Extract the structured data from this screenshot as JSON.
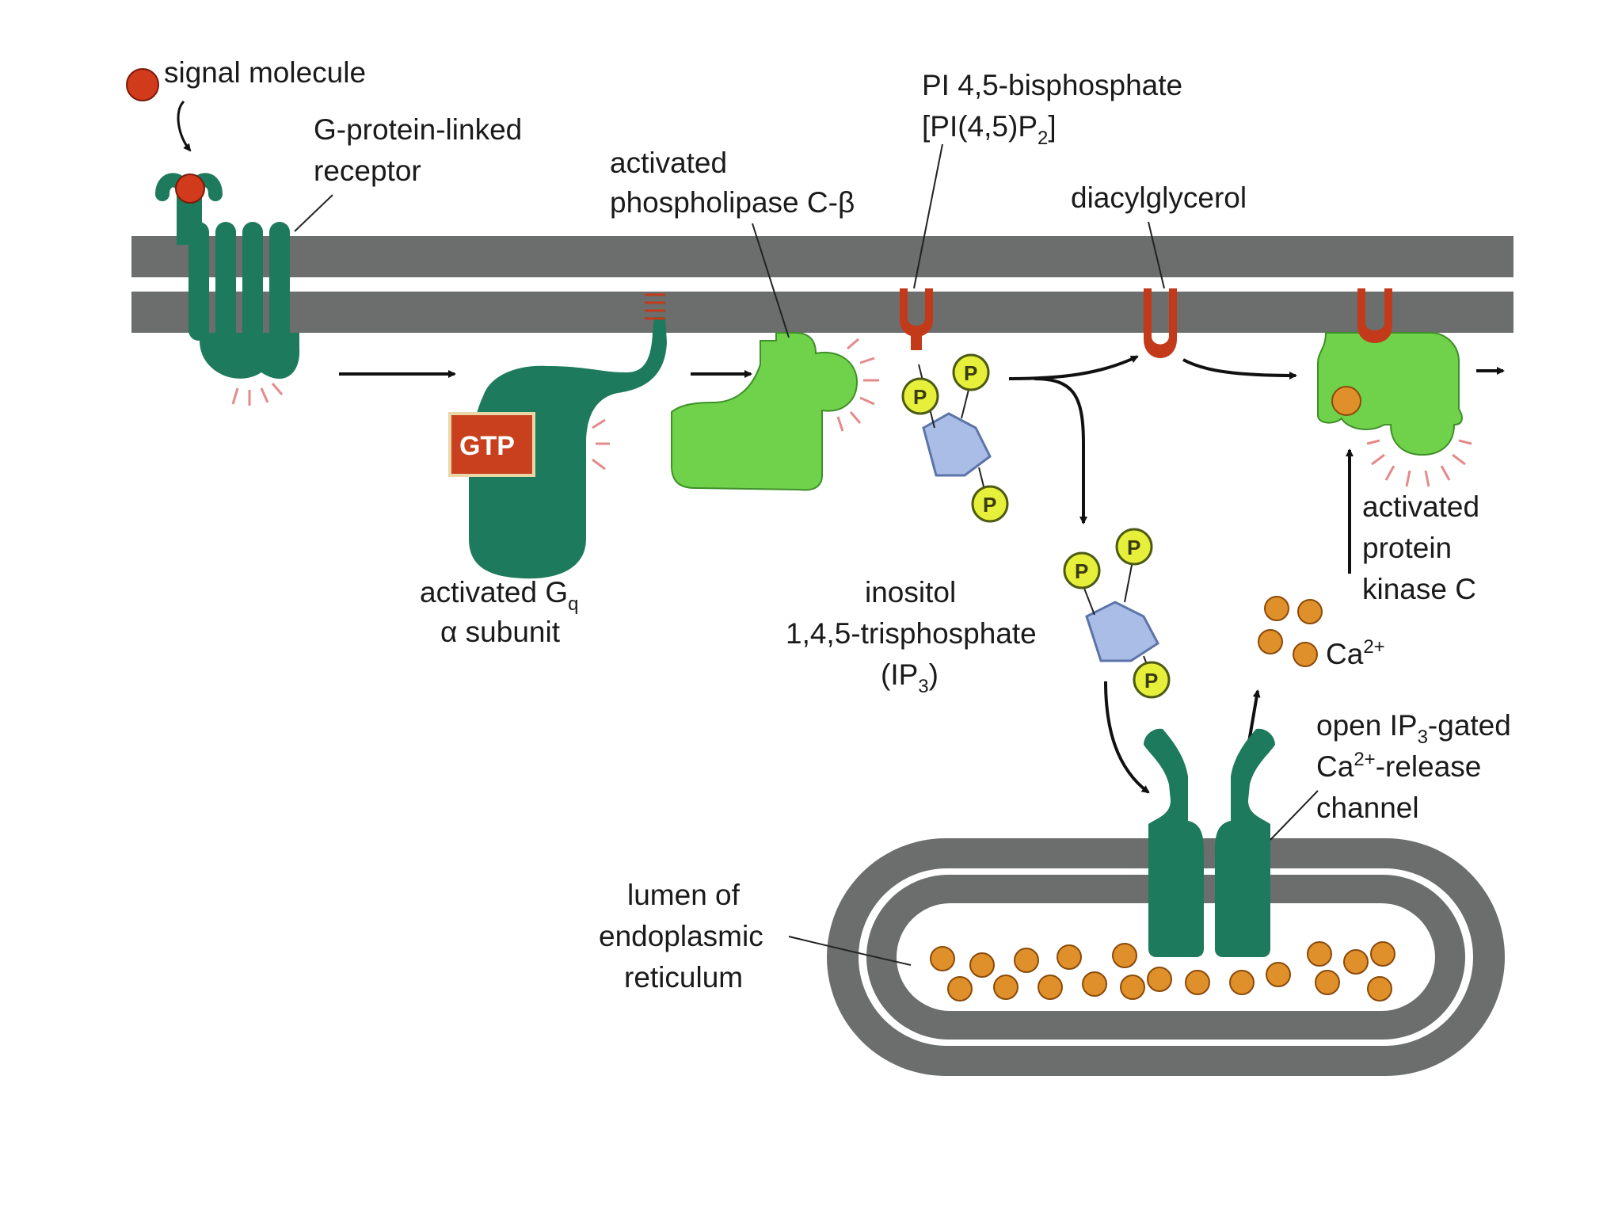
{
  "labels": {
    "signal_molecule": "signal molecule",
    "receptor_line1": "G-protein-linked",
    "receptor_line2": "receptor",
    "plc_line1": "activated",
    "plc_line2": "phospholipase C-β",
    "pip2_line1": "PI 4,5-bisphosphate",
    "pip2_line2_main": "[PI(4,5)P",
    "pip2_line2_sub": "2",
    "pip2_line2_end": "]",
    "dag": "diacylglycerol",
    "gq_line1_main": "activated G",
    "gq_line1_sub": "q",
    "gq_line2": "α subunit",
    "ip3_line1": "inositol",
    "ip3_line2": "1,4,5-trisphosphate",
    "ip3_line3_main": "(IP",
    "ip3_line3_sub": "3",
    "ip3_line3_end": ")",
    "pkc_line1": "activated",
    "pkc_line2": "protein",
    "pkc_line3": "kinase C",
    "ca_main": "Ca",
    "ca_sup": "2+",
    "channel_line1_main": "open IP",
    "channel_line1_sub": "3",
    "channel_line1_end": "-gated",
    "channel_line2_main": "Ca",
    "channel_line2_sup": "2+",
    "channel_line2_end": "-release",
    "channel_line3": "channel",
    "er_line1": "lumen of",
    "er_line2": "endoplasmic",
    "er_line3": "reticulum",
    "gtp": "GTP",
    "phosphate": "P"
  },
  "colors": {
    "membrane": "#6b6e6c",
    "receptor_green": "#1e7a5c",
    "bright_green": "#6fd24a",
    "lipid_red": "#c23a1a",
    "signal_red": "#d23a1c",
    "gtp_red": "#c8401e",
    "phosphate_yellow": "#e6ef3a",
    "inositol_blue": "#a9bde6",
    "calcium_orange": "#e0902a",
    "ray_pink": "#e58a8a"
  }
}
